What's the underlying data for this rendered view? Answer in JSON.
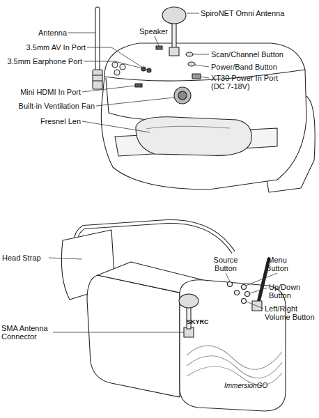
{
  "diagram": {
    "labels": [
      "Antenna",
      "Speaker",
      "SpiroNET Omni Antenna",
      "3.5mm AV In Port",
      "3.5mm Earphone Port",
      "Scan/Channel Button",
      "Power/Band Button",
      "XT30 Power In Port (DC 7-18V)",
      "Mini HDMI In Port",
      "Built-in Ventilation Fan",
      "Fresnel Len",
      "Head Strap",
      "Source Button",
      "Menu Button",
      "Up/Down Button",
      "Left/Right Volume Button",
      "SMA Antenna Connector",
      "SKYRC",
      "ImmersionGO"
    ]
  }
}
